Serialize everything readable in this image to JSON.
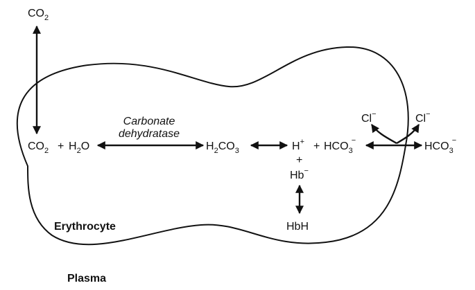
{
  "labels": {
    "co2_top": "CO",
    "co2_top_sub": "2",
    "co2_left": "CO",
    "co2_left_sub": "2",
    "plus_1": "+",
    "h2o_h": "H",
    "h2o_sub": "2",
    "h2o_o": "O",
    "enzyme_line1": "Carbonate",
    "enzyme_line2": "dehydratase",
    "h2co3_h": "H",
    "h2co3_sub1": "2",
    "h2co3_co": "CO",
    "h2co3_sub2": "3",
    "hplus": "H",
    "hplus_sup": "+",
    "plus_2": "+",
    "hco3_in": "HCO",
    "hco3_in_sub": "3",
    "hco3_in_sup": "−",
    "plus_3": "+",
    "hb": "Hb",
    "hb_sup": "−",
    "hbh": "HbH",
    "cl_in": "Cl",
    "cl_in_sup": "−",
    "cl_out": "Cl",
    "cl_out_sup": "−",
    "hco3_out": "HCO",
    "hco3_out_sub": "3",
    "hco3_out_sup": "−",
    "erythrocyte": "Erythrocyte",
    "plasma": "Plasma"
  },
  "colors": {
    "ink": "#111111",
    "background": "#ffffff"
  }
}
